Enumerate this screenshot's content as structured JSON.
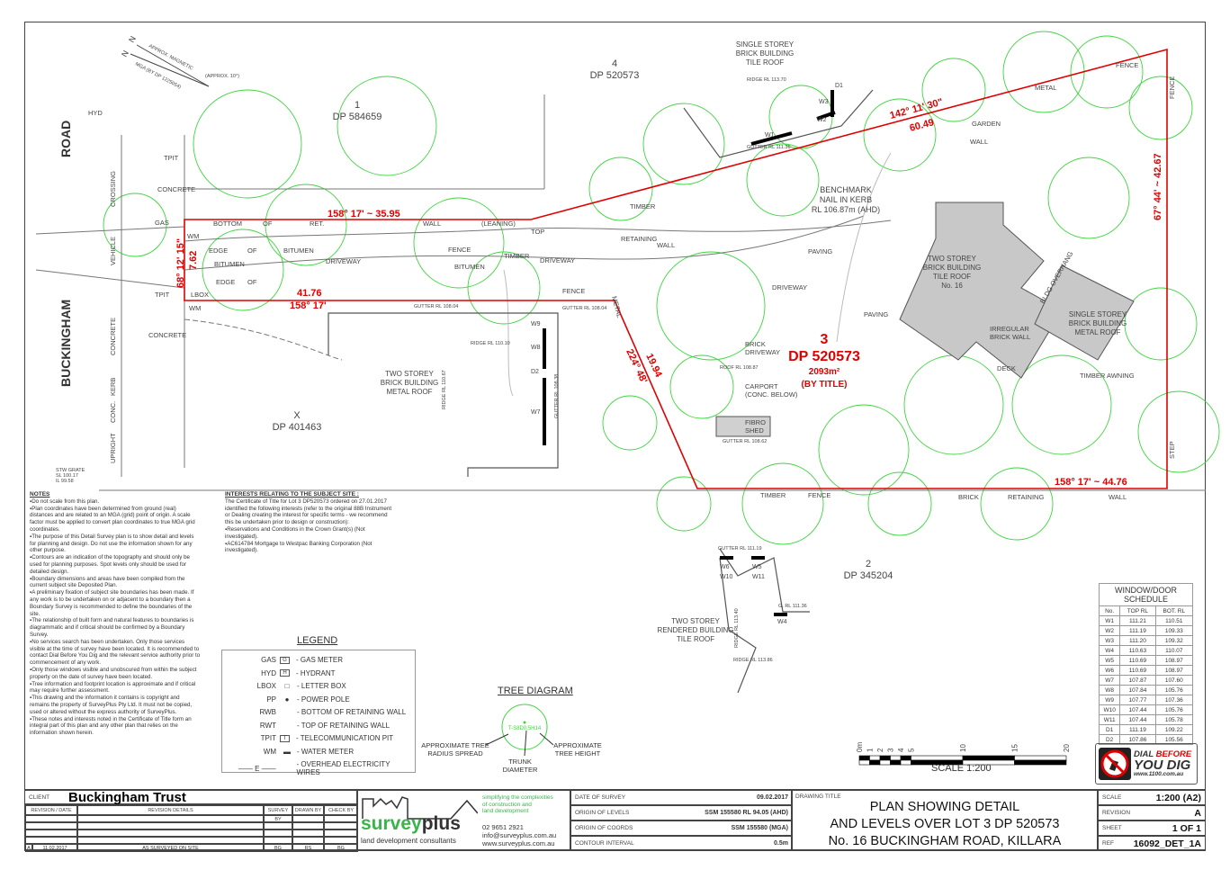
{
  "plan": {
    "road_name": [
      "BUCKINGHAM",
      "ROAD"
    ],
    "north": {
      "n1": "N",
      "n2": "N",
      "magnetic": "APPROX. MAGNETIC",
      "mga": "MGA (BY DP 1225054)",
      "approx": "(APPROX. 10°)"
    },
    "lots": [
      {
        "lot": "1",
        "dp": "DP 584659"
      },
      {
        "lot": "4",
        "dp": "DP 520573"
      },
      {
        "lot": "X",
        "dp": "DP 401463"
      },
      {
        "lot": "2",
        "dp": "DP 345204"
      }
    ],
    "subject_lot": {
      "lot": "3",
      "dp": "DP 520573",
      "area": "2093m²",
      "note": "(BY TITLE)"
    },
    "boundaries": {
      "north_west": "158°  17' ~ 35.95",
      "north_east": "142°  11'  30\"",
      "north_east_dist": "60.49",
      "east": "67°  44' ~ 42.67",
      "south_east": "158°  17' ~ 44.76",
      "diagonal": "224° 48'",
      "diagonal_dist": "19.94",
      "south_west_dist": "41.76",
      "south_west": "158°  17'",
      "frontage": "68°  12' 15\"",
      "frontage_dist": "7.62"
    },
    "buildings": [
      {
        "label": "SINGLE STOREY\nBRICK BUILDING\nTILE ROOF"
      },
      {
        "label": "TWO STOREY\nBRICK BUILDING\nMETAL ROOF"
      },
      {
        "label": "TWO STOREY\nBRICK BUILDING\nTILE ROOF\nNo. 16"
      },
      {
        "label": "SINGLE STOREY\nBRICK BUILDING\nMETAL ROOF"
      },
      {
        "label": "TWO STOREY\nRENDERED BUILDING\nTILE ROOF"
      }
    ],
    "benchmark": [
      "BENCHMARK",
      "NAIL IN KERB",
      "RL 106.87m (AHD)"
    ],
    "features": [
      "CONCRETE",
      "CONCRETE",
      "CROSSING",
      "VEHICLE",
      "CONCRETE",
      "KERB",
      "CONC.",
      "UPRIGHT",
      "HYD",
      "TPIT",
      "GAS",
      "WM",
      "LBOX",
      "TPIT",
      "WM",
      "BOTTOM",
      "OF",
      "RET.",
      "WALL",
      "(LEANING)",
      "EDGE",
      "OF",
      "BITUMEN",
      "DRIVEWAY",
      "BITUMEN",
      "EDGE",
      "OF",
      "TIMBER",
      "FENCE",
      "DRIVEWAY",
      "BITUMEN",
      "TOP",
      "RETAINING",
      "WALL",
      "TIMBER",
      "DRIVEWAY",
      "BRICK\nDRIVEWAY",
      "CARPORT\n(CONC. BELOW)",
      "FIBRO\nSHED",
      "PAVING",
      "PAVING",
      "IRREGULAR\nBRICK WALL",
      "TIMBER AWNING",
      "FENCE",
      "METAL",
      "FENCE",
      "GARDEN",
      "WALL",
      "BRICK",
      "RETAINING",
      "WALL",
      "TIMBER",
      "FENCE",
      "FENCE",
      "METAL",
      "STEP",
      "DECK",
      "BLDG OVERHANG"
    ],
    "levels": [
      "GUTTER RL 108.04",
      "RIDGE RL 113.70",
      "GUTTER RL 111.36",
      "RIDGE RL 110.10",
      "GUTTER RL 108.62",
      "ROOF RL 108.87",
      "RIDGE RL 110.67",
      "GUTTER RL 108.38",
      "GUTTER RL 108.04",
      "GUTTER RL 111.19",
      "G. RL 111.36",
      "RIDGE RL 113.86",
      "RIDGE RL 113.40",
      "STW GRATE\nSL 100.17\nIL 99.58"
    ],
    "windows": [
      "W1",
      "W2",
      "W3",
      "D1",
      "W9",
      "W8",
      "D2",
      "W7",
      "W6",
      "W10",
      "W5",
      "W11",
      "W4"
    ]
  },
  "notes": {
    "title": "NOTES",
    "items": [
      "Do not scale from this plan.",
      "Plan coordinates have been determined from ground (real) distances and are related to an MGA (grid) point of origin. A scale factor must be applied to convert plan coordinates to true MGA grid coordinates.",
      "The purpose of this Detail Survey plan is to show detail and levels for planning and design. Do not use the information shown for any other purpose.",
      "Contours are an indication of the topography and should only be used for planning purposes. Spot levels only should be used for detailed design.",
      "Boundary dimensions and areas have been compiled from the current subject site Deposited Plan.",
      "A preliminary fixation of subject site boundaries has been made. If any work is to be undertaken on or adjacent to a boundary then a Boundary Survey is recommended to define the boundaries of the site.",
      "The relationship of built form and natural features to boundaries is diagrammatic and if critical should be confirmed by a Boundary Survey.",
      "No services search has been undertaken. Only those services visible at the time of survey have been located.  It is recommended to contact Dial Before You Dig and the relevant service authority prior to commencement of any work.",
      "Only those windows visible and unobscured from within the subject property on the date of survey have been located.",
      "Tree information and footprint location is approximate and if critical may require further assessment.",
      "This drawing and the information it contains is copyright and remains the property of SurveyPlus Pty Ltd. It must not be copied, used or altered without the express authority of SurveyPlus.",
      "These notes and interests noted in the Certificate of Title form an integral part of this plan and any other plan that relies on the information shown herein."
    ]
  },
  "interests": {
    "title": "INTERESTS RELATING TO THE SUBJECT SITE :",
    "intro": "The Certificate of Title for Lot 3 DP520573 ordered on 27.01.2017 identified the following interests (refer to the original 88B Instrument or Dealing creating the interest for specific terms - we recommend this be undertaken prior to design or construction):",
    "items": [
      "Reservations and Conditions in the Crown Grant(s) (Not investigated).",
      "AC614784 Mortgage to Westpac Banking Corporation (Not investigated)."
    ]
  },
  "legend": {
    "title": "LEGEND",
    "items": [
      {
        "code": "GAS",
        "sym": "G",
        "desc": "- GAS METER"
      },
      {
        "code": "HYD",
        "sym": "H",
        "desc": "- HYDRANT"
      },
      {
        "code": "LBOX",
        "sym": "□",
        "desc": "- LETTER BOX"
      },
      {
        "code": "PP",
        "sym": "●",
        "desc": "- POWER POLE"
      },
      {
        "code": "RWB",
        "sym": "",
        "desc": "- BOTTOM OF RETAINING WALL"
      },
      {
        "code": "RWT",
        "sym": "",
        "desc": "- TOP OF RETAINING WALL"
      },
      {
        "code": "TPIT",
        "sym": "T",
        "desc": "- TELECOMMUNICATION PIT"
      },
      {
        "code": "WM",
        "sym": "▬",
        "desc": "- WATER METER"
      },
      {
        "code": "—— E ——",
        "sym": "",
        "desc": "- OVERHEAD ELECTRICITY WIRES"
      }
    ]
  },
  "tree_diagram": {
    "title": "TREE DIAGRAM",
    "sample": "T-S8D0.5H14",
    "spread": "APPROXIMATE TREE\nRADIUS SPREAD",
    "trunk": "TRUNK\nDIAMETER",
    "height": "APPROXIMATE\nTREE HEIGHT"
  },
  "schedule": {
    "title": "WINDOW/DOOR SCHEDULE",
    "headers": [
      "No.",
      "TOP RL",
      "BOT. RL"
    ],
    "rows": [
      [
        "W1",
        "111.21",
        "110.51"
      ],
      [
        "W2",
        "111.19",
        "109.33"
      ],
      [
        "W3",
        "111.20",
        "109.32"
      ],
      [
        "W4",
        "110.63",
        "110.07"
      ],
      [
        "W5",
        "110.69",
        "108.97"
      ],
      [
        "W6",
        "110.69",
        "108.97"
      ],
      [
        "W7",
        "107.87",
        "107.60"
      ],
      [
        "W8",
        "107.84",
        "105.76"
      ],
      [
        "W9",
        "107.77",
        "107.36"
      ],
      [
        "W10",
        "107.44",
        "105.76"
      ],
      [
        "W11",
        "107.44",
        "105.78"
      ],
      [
        "D1",
        "111.19",
        "109.22"
      ],
      [
        "D2",
        "107.86",
        "105.56"
      ]
    ]
  },
  "scale_bar": {
    "ticks": [
      "0m",
      "1",
      "2",
      "3",
      "4",
      "5",
      "10",
      "15",
      "20"
    ],
    "tick_values": [
      0,
      1,
      2,
      3,
      4,
      5,
      10,
      15,
      20
    ],
    "label": "SCALE 1:200"
  },
  "dbyd": {
    "line1a": "DIAL ",
    "line1b": "BEFORE",
    "line2": "YOU DIG",
    "url": "www.1100.com.au"
  },
  "title_block": {
    "client_label": "CLIENT",
    "client": "Buckingham Trust",
    "rev_headers": [
      "REVISION / DATE",
      "REVISION  DETAILS",
      "SURVEY BY",
      "DRAWN BY",
      "CHECK BY"
    ],
    "rev_row": [
      "A",
      "11.02.2017",
      "AS SURVEYED ON SITE",
      "BG",
      "RS",
      "BG"
    ],
    "company": {
      "name_a": "survey",
      "name_b": "plus",
      "tagline": "land development consultants",
      "slogan": "simplifying the complexities\nof construction and\nland development",
      "phone": "02 9651 2921",
      "email": "info@surveyplus.com.au",
      "web": "www.surveyplus.com.au"
    },
    "info": [
      {
        "label": "DATE OF SURVEY",
        "value": "09.02.2017"
      },
      {
        "label": "ORIGIN OF LEVELS",
        "value": "SSM 155580 RL 94.05 (AHD)"
      },
      {
        "label": "ORIGIN OF COORDS",
        "value": "SSM 155580 (MGA)"
      },
      {
        "label": "CONTOUR INTERVAL",
        "value": "0.5m"
      }
    ],
    "drawing_title_label": "DRAWING TITLE",
    "drawing_title": [
      "PLAN SHOWING DETAIL",
      "AND LEVELS OVER LOT 3 DP 520573",
      "No. 16 BUCKINGHAM ROAD, KILLARA"
    ],
    "meta": [
      {
        "label": "SCALE",
        "value": "1:200 (A2)"
      },
      {
        "label": "REVISION",
        "value": "A"
      },
      {
        "label": "SHEET",
        "value": "1 OF 1"
      },
      {
        "label": "REF",
        "value": "16092_DET_1A"
      }
    ]
  },
  "colors": {
    "boundary": "#e00000",
    "trees": "#3ed63e",
    "building": "#c8c8c8",
    "accent": "#39b54a"
  }
}
